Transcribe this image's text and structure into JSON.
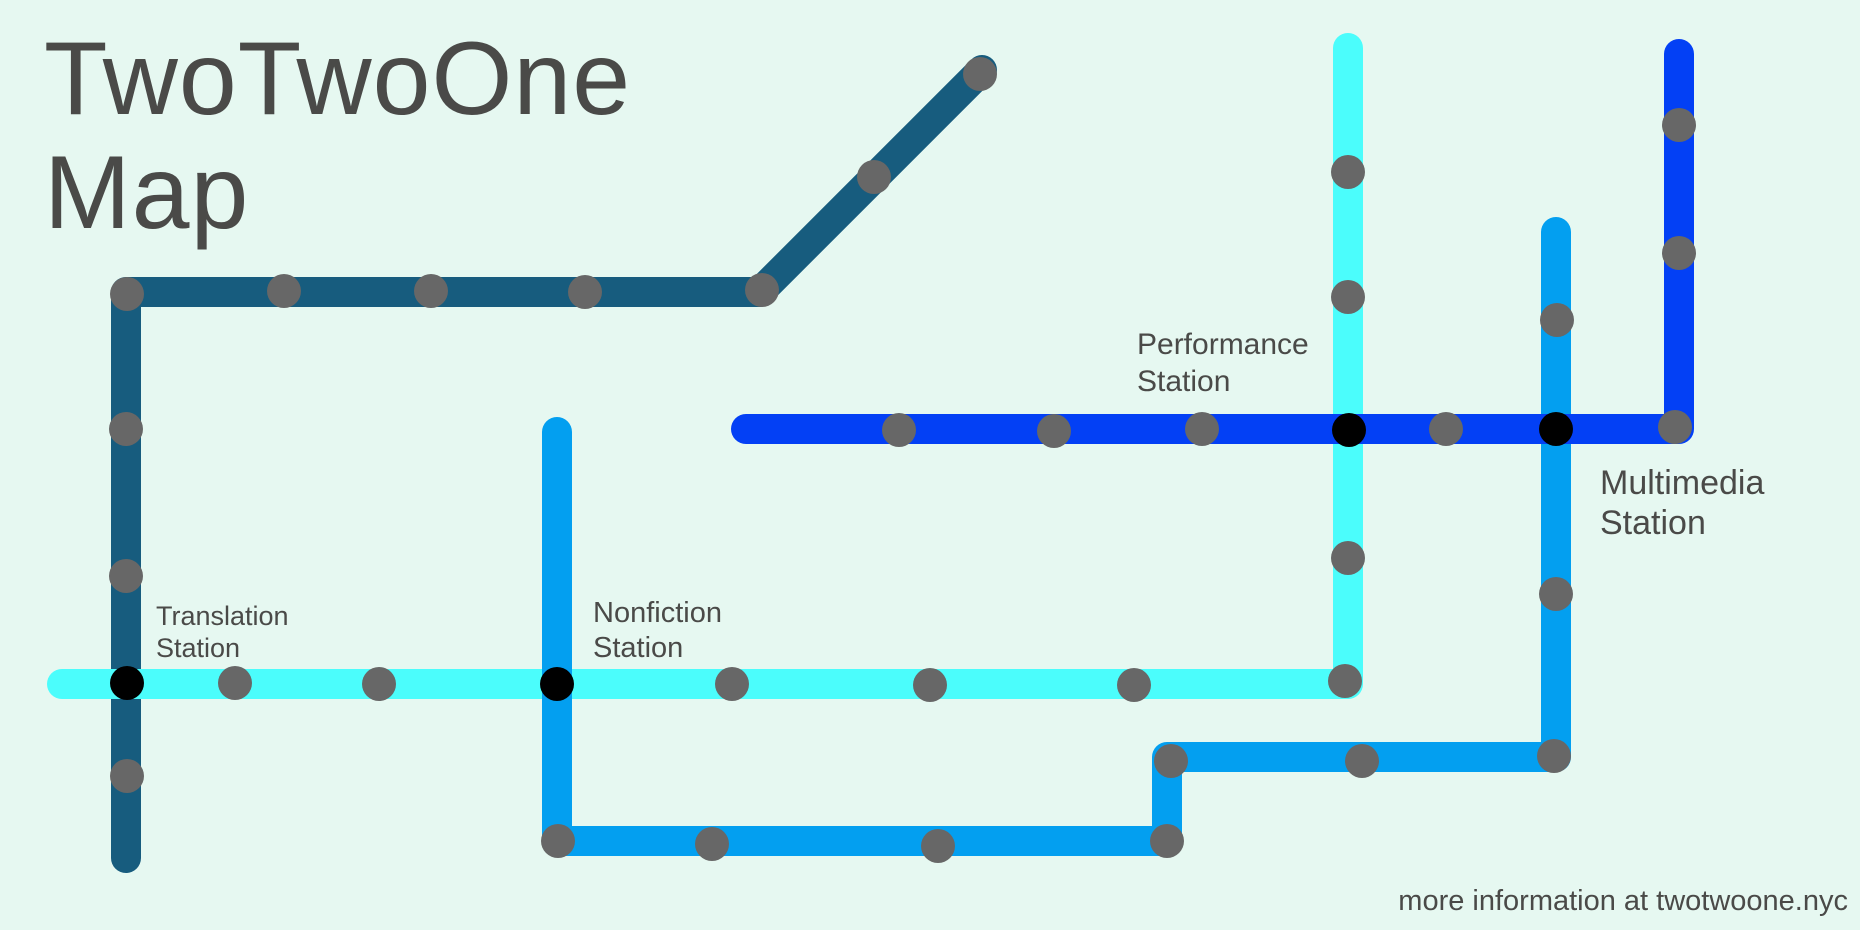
{
  "title": {
    "line1": "TwoTwoOne",
    "line2": "Map"
  },
  "stations": {
    "translation": {
      "line1": "Translation",
      "line2": "Station"
    },
    "nonfiction": {
      "line1": "Nonfiction",
      "line2": "Station"
    },
    "performance": {
      "line1": "Performance",
      "line2": "Station"
    },
    "multimedia": {
      "line1": "Multimedia",
      "line2": "Station"
    }
  },
  "footer": "more information at twotwoone.nyc",
  "colors": {
    "background": "#e6f8f1",
    "line_dark_teal": "#175c7e",
    "line_cyan": "#4bfdfc",
    "line_sky_blue": "#039ff0",
    "line_royal_blue": "#0340f5",
    "stop_grey": "#676767",
    "interchange_black": "#000000",
    "text": "#4a4a48"
  }
}
